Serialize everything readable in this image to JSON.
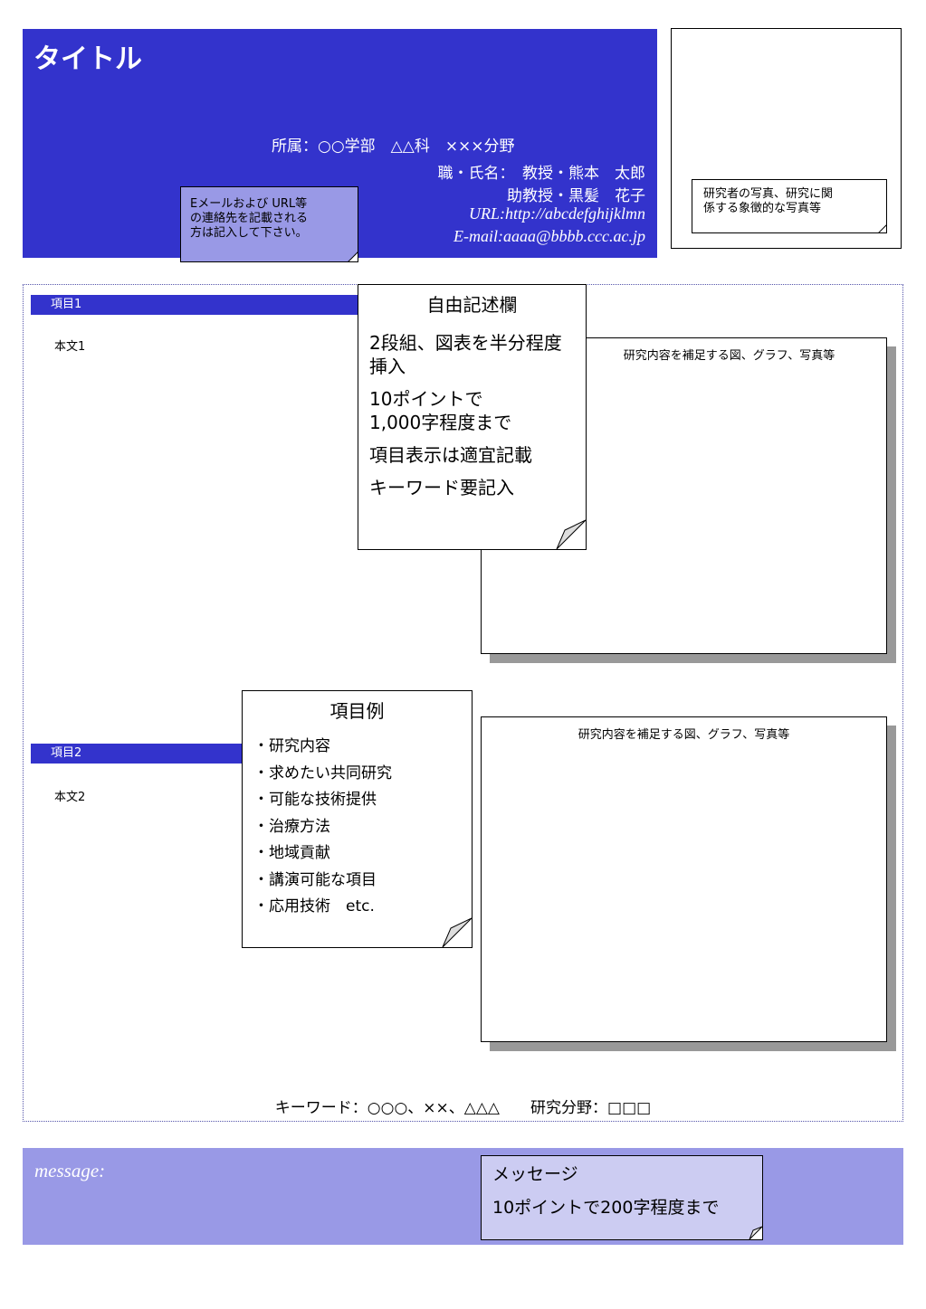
{
  "header": {
    "title": "タイトル",
    "affiliation": "所属：○○学部　△△科　×××分野",
    "position_line1": "職・氏名：　教授・熊本　太郎",
    "position_line2": "助教授・黒髪　花子",
    "url": "URL:http://abcdefghijklmn",
    "email": "E-mail:aaaa@bbbb.ccc.ac.jp",
    "bg_color": "#3333cc"
  },
  "notes": {
    "email_note": [
      "Eメールおよび URL等",
      "の連絡先を記載される",
      "方は記入して下さい。"
    ],
    "photo_note": [
      "研究者の写真、研究に関",
      "係する象徴的な写真等"
    ],
    "free_note": {
      "title": "自由記述欄",
      "items": [
        "2段組、図表を半分程度挿入",
        "10ポイントで\n1,000字程度まで",
        "項目表示は適宜記載",
        "キーワード要記入"
      ]
    },
    "items_note": {
      "title": "項目例",
      "items": [
        "・研究内容",
        "・求めたい共同研究",
        "・可能な技術提供",
        "・治療方法",
        "・地域貢献",
        "・講演可能な項目",
        "・応用技術　etc."
      ]
    },
    "message_note": [
      "メッセージ",
      "10ポイントで200字程度まで"
    ]
  },
  "sections": [
    {
      "heading": "項目1",
      "body": "本文1"
    },
    {
      "heading": "項目2",
      "body": "本文2"
    }
  ],
  "figures": [
    {
      "caption": "研究内容を補足する図、グラフ、写真等"
    },
    {
      "caption": "研究内容を補足する図、グラフ、写真等"
    }
  ],
  "keywords_line": "キーワード：○○○、××、△△△　　研究分野：□□□",
  "message": {
    "label": "message:",
    "band_color": "#9999e6"
  }
}
